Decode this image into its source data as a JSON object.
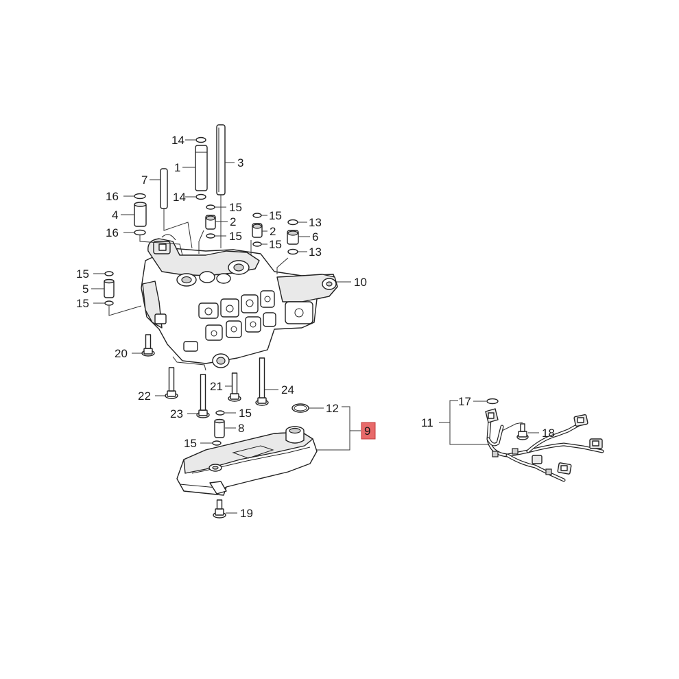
{
  "callouts": {
    "c1": "1",
    "c2a": "2",
    "c2b": "2",
    "c3": "3",
    "c4": "4",
    "c5": "5",
    "c6": "6",
    "c7": "7",
    "c8": "8",
    "c9": "9",
    "c10": "10",
    "c11": "11",
    "c12": "12",
    "c13a": "13",
    "c13b": "13",
    "c14a": "14",
    "c14b": "14",
    "c15a": "15",
    "c15b": "15",
    "c15c": "15",
    "c15d": "15",
    "c15e": "15",
    "c15f": "15",
    "c15g": "15",
    "c15h": "15",
    "c16a": "16",
    "c16b": "16",
    "c17": "17",
    "c18": "18",
    "c19": "19",
    "c20": "20",
    "c21": "21",
    "c22": "22",
    "c23": "23",
    "c24": "24"
  },
  "highlight": {
    "part": "9",
    "fill": "#e86a6a"
  }
}
